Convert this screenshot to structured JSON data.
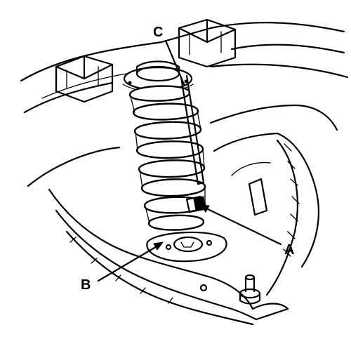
{
  "callouts": {
    "a": "A",
    "b": "B",
    "c": "C"
  },
  "icons": {
    "pointer": "arrow-icon"
  }
}
